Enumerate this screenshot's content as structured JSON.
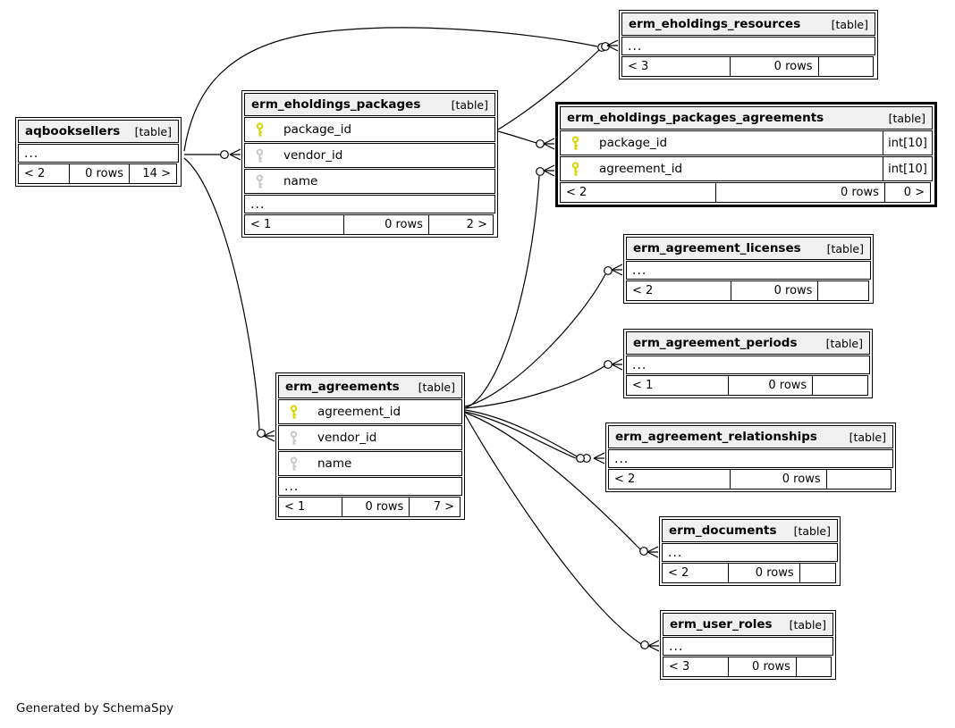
{
  "footer_note": "Generated by SchemaSpy",
  "accent_colors": {
    "primary_key": "#d8d400",
    "index_key": "#c8c8c8",
    "header_bg": "#f0f0f0",
    "line": "#000000"
  },
  "tables": [
    {
      "id": "aqbooksellers",
      "name": "aqbooksellers",
      "badge": "[table]",
      "highlight": false,
      "columns": [],
      "ellipsis": "...",
      "footer": {
        "left": "< 2",
        "center": "0 rows",
        "right": "14 >"
      }
    },
    {
      "id": "erm_eholdings_packages",
      "name": "erm_eholdings_packages",
      "badge": "[table]",
      "highlight": false,
      "columns": [
        {
          "name": "package_id",
          "key": "primary"
        },
        {
          "name": "vendor_id",
          "key": "index"
        },
        {
          "name": "name",
          "key": "index"
        }
      ],
      "ellipsis": "...",
      "footer": {
        "left": "< 1",
        "center": "0 rows",
        "right": "2 >"
      }
    },
    {
      "id": "erm_eholdings_resources",
      "name": "erm_eholdings_resources",
      "badge": "[table]",
      "highlight": false,
      "columns": [],
      "ellipsis": "...",
      "footer": {
        "left": "< 3",
        "center": "0 rows",
        "right": ""
      }
    },
    {
      "id": "erm_eholdings_packages_agreements",
      "name": "erm_eholdings_packages_agreements",
      "badge": "[table]",
      "highlight": true,
      "columns": [
        {
          "name": "package_id",
          "key": "primary",
          "type": "int[10]"
        },
        {
          "name": "agreement_id",
          "key": "primary",
          "type": "int[10]"
        }
      ],
      "ellipsis": null,
      "footer": {
        "left": "< 2",
        "center": "0 rows",
        "right": "0 >"
      }
    },
    {
      "id": "erm_agreement_licenses",
      "name": "erm_agreement_licenses",
      "badge": "[table]",
      "highlight": false,
      "columns": [],
      "ellipsis": "...",
      "footer": {
        "left": "< 2",
        "center": "0 rows",
        "right": ""
      }
    },
    {
      "id": "erm_agreement_periods",
      "name": "erm_agreement_periods",
      "badge": "[table]",
      "highlight": false,
      "columns": [],
      "ellipsis": "...",
      "footer": {
        "left": "< 1",
        "center": "0 rows",
        "right": ""
      }
    },
    {
      "id": "erm_agreement_relationships",
      "name": "erm_agreement_relationships",
      "badge": "[table]",
      "highlight": false,
      "columns": [],
      "ellipsis": "...",
      "footer": {
        "left": "< 2",
        "center": "0 rows",
        "right": ""
      }
    },
    {
      "id": "erm_agreements",
      "name": "erm_agreements",
      "badge": "[table]",
      "highlight": false,
      "columns": [
        {
          "name": "agreement_id",
          "key": "primary"
        },
        {
          "name": "vendor_id",
          "key": "index"
        },
        {
          "name": "name",
          "key": "index"
        }
      ],
      "ellipsis": "...",
      "footer": {
        "left": "< 1",
        "center": "0 rows",
        "right": "7 >"
      }
    },
    {
      "id": "erm_documents",
      "name": "erm_documents",
      "badge": "[table]",
      "highlight": false,
      "columns": [],
      "ellipsis": "...",
      "footer": {
        "left": "< 2",
        "center": "0 rows",
        "right": ""
      }
    },
    {
      "id": "erm_user_roles",
      "name": "erm_user_roles",
      "badge": "[table]",
      "highlight": false,
      "columns": [],
      "ellipsis": "...",
      "footer": {
        "left": "< 3",
        "center": "0 rows",
        "right": ""
      }
    }
  ],
  "relationships": [
    {
      "parent": "aqbooksellers",
      "child": "erm_eholdings_resources"
    },
    {
      "parent": "erm_eholdings_packages",
      "child": "erm_eholdings_resources"
    },
    {
      "parent": "aqbooksellers",
      "child": "erm_eholdings_packages",
      "child_column": "vendor_id"
    },
    {
      "parent": "aqbooksellers",
      "child": "erm_agreements",
      "child_column": "vendor_id"
    },
    {
      "parent": "erm_eholdings_packages",
      "child": "erm_eholdings_packages_agreements",
      "child_column": "package_id"
    },
    {
      "parent": "erm_agreements",
      "child": "erm_eholdings_packages_agreements",
      "child_column": "agreement_id"
    },
    {
      "parent": "erm_agreements",
      "child": "erm_agreement_licenses"
    },
    {
      "parent": "erm_agreements",
      "child": "erm_agreement_periods"
    },
    {
      "parent": "erm_agreements",
      "child": "erm_agreement_relationships"
    },
    {
      "parent": "erm_agreements",
      "child": "erm_agreement_relationships"
    },
    {
      "parent": "erm_agreements",
      "child": "erm_documents"
    },
    {
      "parent": "erm_agreements",
      "child": "erm_user_roles"
    }
  ]
}
